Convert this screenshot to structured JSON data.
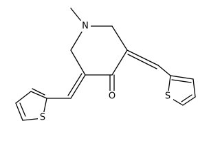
{
  "molecule": {
    "atoms": {
      "nitrogen": "N",
      "carbonyl_oxygen": "O",
      "thiophene_left_sulfur": "S",
      "thiophene_right_sulfur": "S"
    }
  }
}
